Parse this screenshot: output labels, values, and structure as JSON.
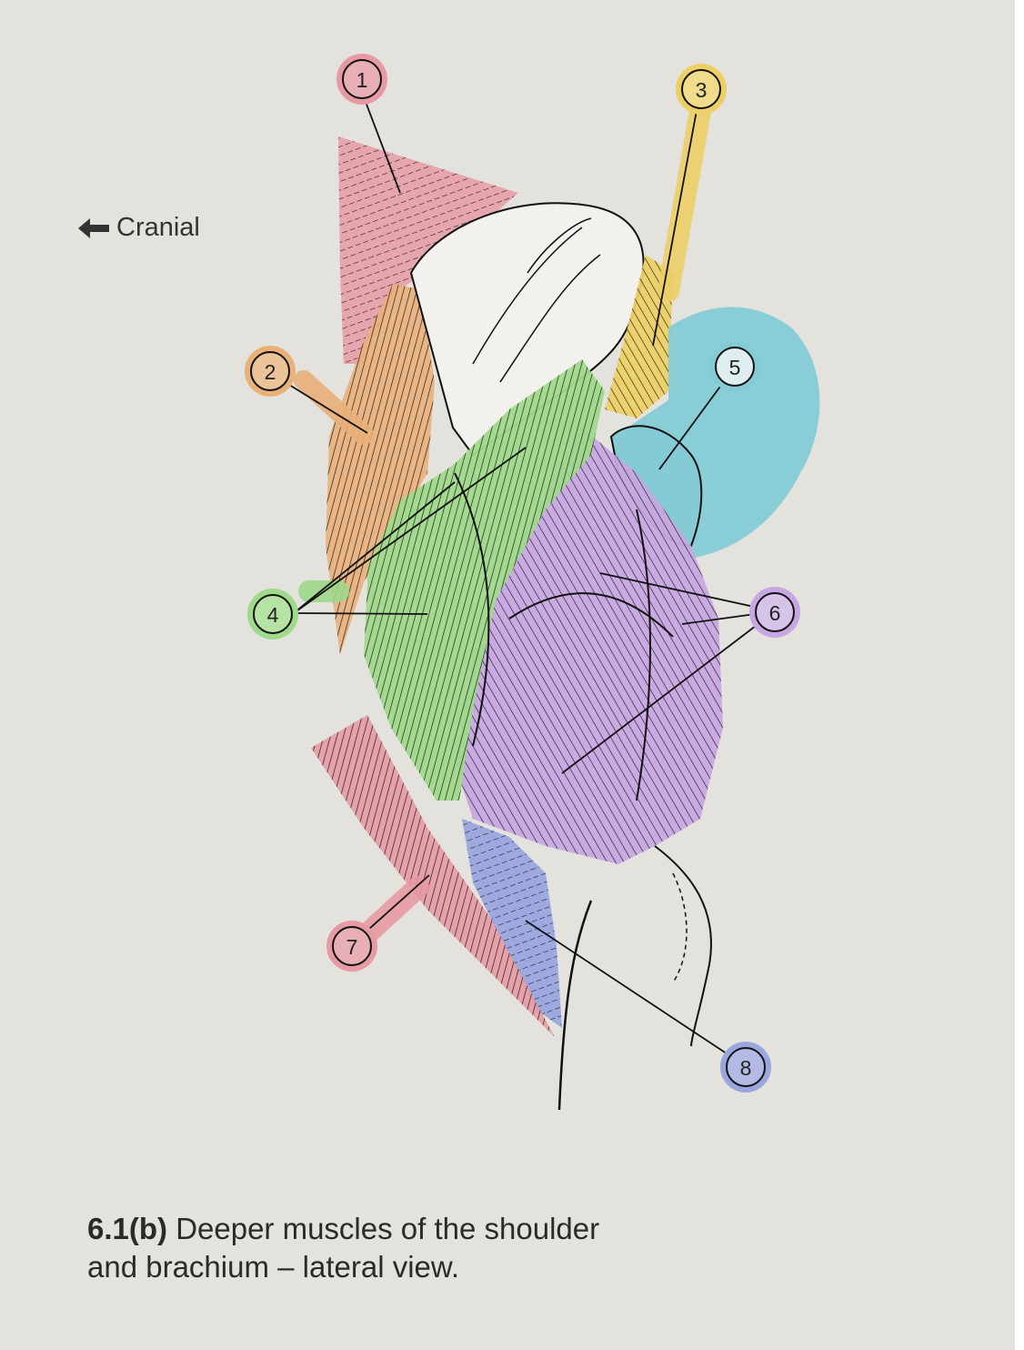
{
  "orientation": {
    "label": "Cranial",
    "icon": "arrow-left-icon"
  },
  "caption": {
    "figure_number": "6.1(b)",
    "text": "Deeper muscles of the shoulder",
    "text_line2": "and brachium – lateral view."
  },
  "labels": [
    {
      "number": "1",
      "color": "#e79aa4"
    },
    {
      "number": "2",
      "color": "#e9b07a"
    },
    {
      "number": "3",
      "color": "#ecd066"
    },
    {
      "number": "4",
      "color": "#9fd98a"
    },
    {
      "number": "5",
      "color": "#84cbd6"
    },
    {
      "number": "6",
      "color": "#c7a6e2"
    },
    {
      "number": "7",
      "color": "#e79aa4"
    },
    {
      "number": "8",
      "color": "#9aa6de"
    }
  ]
}
